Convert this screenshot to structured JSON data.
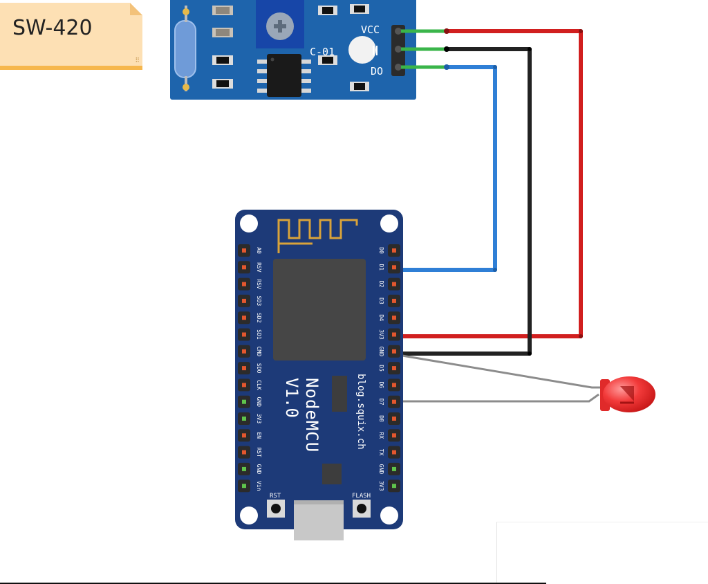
{
  "note": {
    "label": "SW-420"
  },
  "sensor": {
    "pin_labels": [
      "VCC",
      "GND",
      "DO"
    ],
    "cap_label": "C-01",
    "board_color": "#1e64ac"
  },
  "mcu": {
    "title": "NodeMCU",
    "version": "V1.0",
    "site": "blog.squix.ch",
    "left_pins": [
      "A0",
      "RSV",
      "RSV",
      "SD3",
      "SD2",
      "SD1",
      "CMD",
      "SDO",
      "CLK",
      "GND",
      "3V3",
      "EN",
      "RST",
      "GND",
      "Vin"
    ],
    "right_pins": [
      "D0",
      "D1",
      "D2",
      "D3",
      "D4",
      "3V3",
      "GND",
      "D5",
      "D6",
      "D7",
      "D8",
      "RX",
      "TX",
      "GND",
      "3V3"
    ],
    "rst_label": "RST",
    "flash_label": "FLASH",
    "board_color": "#1d3a78",
    "antenna_color": "#d9a33a"
  },
  "wires": {
    "vcc_color": "#d11f1f",
    "gnd_color": "#222222",
    "signal_color": "#2f7fd6",
    "led_leg_color": "#8c8c8c"
  },
  "led": {
    "color": "#f23a3a"
  }
}
